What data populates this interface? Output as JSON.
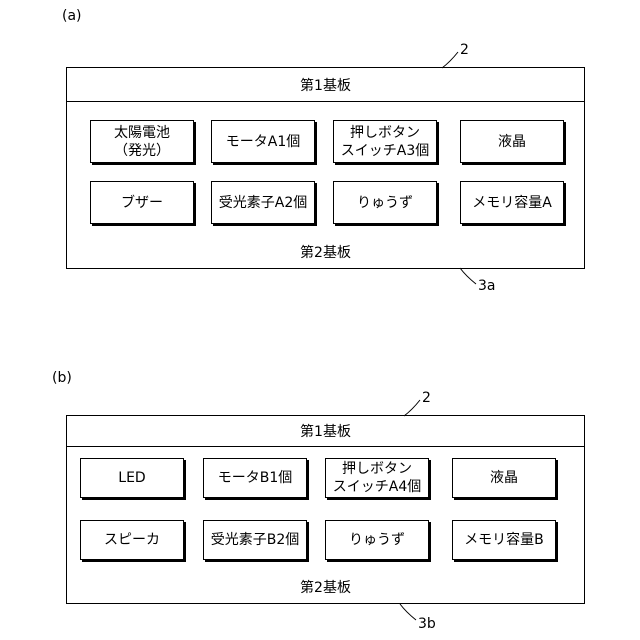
{
  "diagram_a": {
    "label": "(a)",
    "ref_top": "2",
    "ref_bottom": "3a",
    "board_top": "第1基板",
    "board_bottom": "第2基板",
    "components": [
      "太陽電池\n（発光）",
      "モータA1個",
      "押しボタン\nスイッチA3個",
      "液晶",
      "ブザー",
      "受光素子A2個",
      "りゅうず",
      "メモリ容量A"
    ]
  },
  "diagram_b": {
    "label": "(b)",
    "ref_top": "2",
    "ref_bottom": "3b",
    "board_top": "第1基板",
    "board_bottom": "第2基板",
    "components": [
      "LED",
      "モータB1個",
      "押しボタン\nスイッチA4個",
      "液晶",
      "スピーカ",
      "受光素子B2個",
      "りゅうず",
      "メモリ容量B"
    ]
  }
}
